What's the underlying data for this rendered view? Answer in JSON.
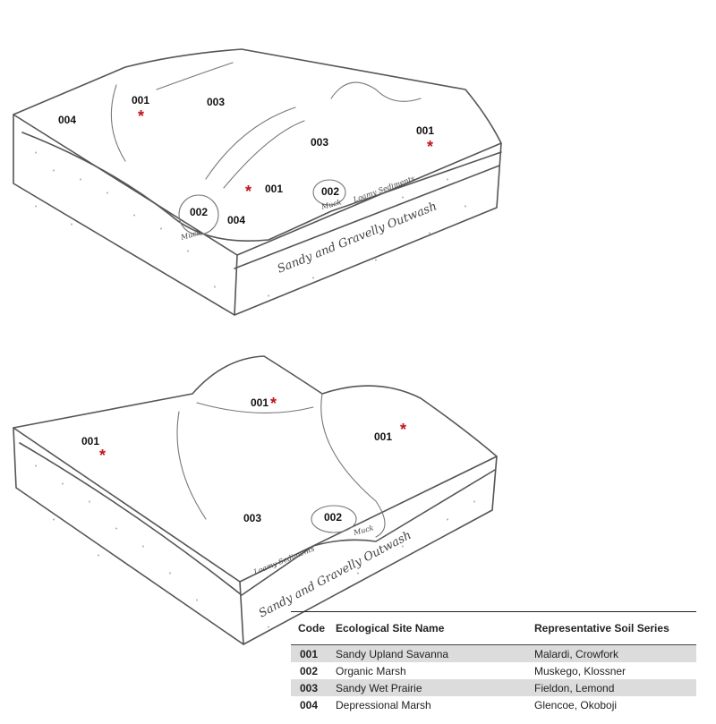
{
  "top_diagram": {
    "labels": {
      "a": "004",
      "b": "001",
      "c": "003",
      "d": "003",
      "e": "001",
      "f": "001",
      "g": "002",
      "h": "002",
      "i": "004"
    },
    "star": "*",
    "outwash": "Sandy and Gravelly Outwash",
    "loamy": "Loamy Sediments",
    "muck": "Muck"
  },
  "bottom_diagram": {
    "labels": {
      "a": "001",
      "b": "001",
      "c": "001",
      "d": "003",
      "e": "002"
    },
    "star": "*",
    "outwash": "Sandy and Gravelly Outwash",
    "loamy": "Loamy Sediments",
    "muck": "Muck"
  },
  "legend": {
    "headers": {
      "code": "Code",
      "name": "Ecological Site Name",
      "series": "Representative Soil Series"
    },
    "rows": [
      {
        "code": "001",
        "name": "Sandy Upland Savanna",
        "series": "Malardi, Crowfork"
      },
      {
        "code": "002",
        "name": "Organic Marsh",
        "series": "Muskego, Klossner"
      },
      {
        "code": "003",
        "name": "Sandy Wet Prairie",
        "series": "Fieldon, Lemond"
      },
      {
        "code": "004",
        "name": "Depressional Marsh",
        "series": "Glencoe, Okoboji"
      }
    ]
  },
  "colors": {
    "star": "#c0141c",
    "row_shade": "#dcdcdc"
  }
}
